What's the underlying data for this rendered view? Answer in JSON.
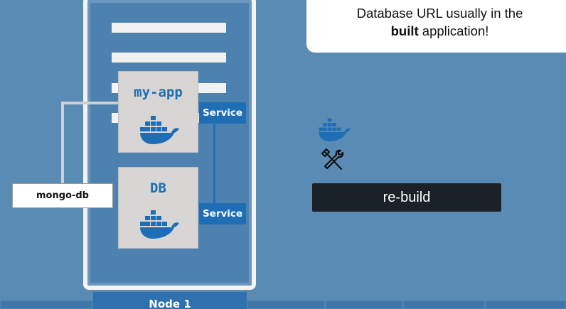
{
  "note": {
    "line1": "Database URL usually in the",
    "bold": "built",
    "rest": "application!"
  },
  "pods": {
    "app": {
      "title": "my-app"
    },
    "db": {
      "title": "DB"
    }
  },
  "services": {
    "app_service": "Service",
    "db_service": "Service"
  },
  "config_label": "mongo-db",
  "rebuild_label": "re-build",
  "node_label": "Node 1",
  "colors": {
    "background": "#5a8bb5",
    "docker_blue": "#1f6eb5",
    "pod_gray": "#d8d6d5",
    "rebuild_dark": "#1b2129"
  },
  "icons": [
    "docker-whale-icon",
    "tools-icon"
  ]
}
